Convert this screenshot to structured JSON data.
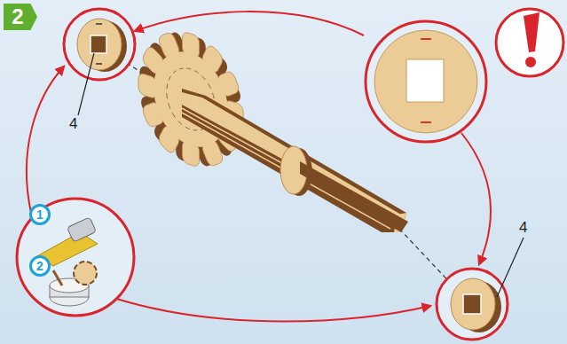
{
  "diagram": {
    "nodes": [
      {
        "text": [
          "2"
        ]
      },
      {
        "text": [
          "1"
        ]
      },
      {
        "text": [
          "2"
        ]
      }
    ],
    "labels": [
      "4",
      "4"
    ]
  }
}
